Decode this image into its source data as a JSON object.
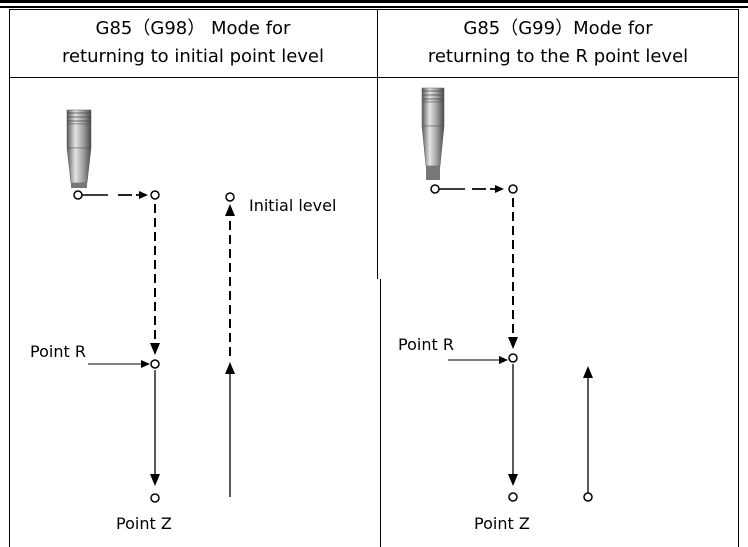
{
  "panels": {
    "left": {
      "title_line1": "G85（G98） Mode for",
      "title_line2": "returning to initial point level",
      "initial_level": "Initial level",
      "point_r": "Point R",
      "point_z": "Point Z"
    },
    "right": {
      "title_line1": "G85（G99）Mode for",
      "title_line2": "returning to the R point level",
      "point_r": "Point R",
      "point_z": "Point Z"
    }
  },
  "icons": {
    "tool": "tap-tool-icon"
  },
  "colors": {
    "line": "#000000",
    "tool_dark": "#6f6f6f",
    "tool_light": "#d8d8d8"
  }
}
